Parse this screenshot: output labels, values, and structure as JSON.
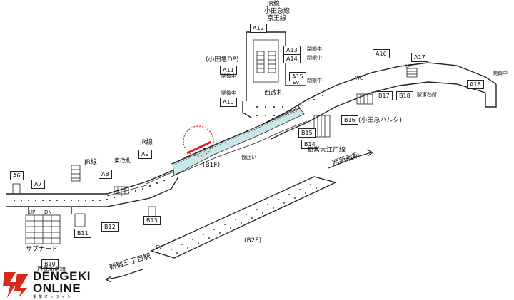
{
  "exits": {
    "a6": "A6",
    "a7": "A7",
    "a8": "A8",
    "a9": "A9",
    "a10": "A10",
    "a11": "A11",
    "a12": "A12",
    "a13": "A13",
    "a14": "A14",
    "a15": "A15",
    "a16": "A16",
    "a17": "A17",
    "a18": "A18",
    "b10": "B10",
    "b11": "B11",
    "b12": "B12",
    "b13": "B13",
    "b14": "B14",
    "b15": "B15",
    "b16": "B16",
    "b17": "B17",
    "b18": "B18"
  },
  "labels": {
    "jr_odakyu_keio": [
      "JR線",
      "小田急線",
      "京王線"
    ],
    "closed": "閉鎖中",
    "odakyu_dp": "(小田急DP)",
    "nishi_kaisatsu": "西改札",
    "higashi_kaisatsu": "東改札",
    "jr_line": "JR線",
    "odakyu_halc": "(小田急ハルク)",
    "toei_oedo": "都営大江戸線",
    "nishi_shinjuku_station": "西新宿駅",
    "shinjuku_sanchome_station": "新宿三丁目駅",
    "subnade": "サブナード",
    "seibu_shinjuku": "西武新宿線",
    "b1f": "(B1F)",
    "b2f": "(B2F)",
    "kakoi": "仮囲い",
    "wc": "WC",
    "ev": "EV",
    "up": "UP",
    "dn": "DN",
    "ekimu": "駅事務所"
  },
  "logo": {
    "line1": "DENGEKI",
    "line2": "ONLINE",
    "line3": "電撃オンライン"
  },
  "colors": {
    "line": "#222222",
    "highlight_fill": "#c9e6e8",
    "marker": "#e31e24",
    "circle": "#e31e24",
    "logo_red": "#d7281f"
  }
}
